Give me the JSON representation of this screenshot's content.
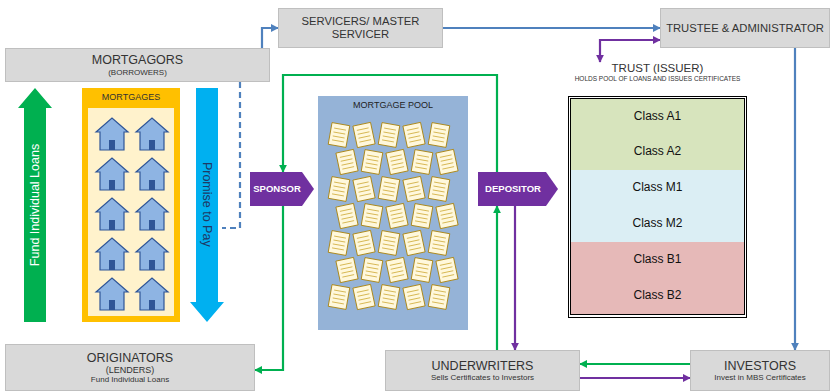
{
  "diagram": {
    "nodes": [
      {
        "text": [
          "MORTGAGORS",
          "(BORROWERS)"
        ]
      },
      {
        "text": [
          "SERVICERS/ MASTER SERVICER"
        ]
      },
      {
        "text": [
          "TRUSTEE & ADMINISTRATOR"
        ]
      },
      {
        "text": [
          "MORTGAGES"
        ]
      },
      {
        "text": [
          "Fund Individual Loans"
        ]
      },
      {
        "text": [
          "Promise to Pay"
        ]
      },
      {
        "text": [
          "SPONSOR"
        ]
      },
      {
        "text": [
          "MORTGAGE POOL"
        ]
      },
      {
        "text": [
          "DEPOSITOR"
        ]
      },
      {
        "text": [
          "TRUST (ISSUER)",
          "HOLDS POOL OF LOANS AND ISSUES CERTIFICATES"
        ]
      },
      {
        "text": [
          "Class A1"
        ],
        "in": 9
      },
      {
        "text": [
          "Class A2"
        ],
        "in": 9
      },
      {
        "text": [
          "Class M1"
        ],
        "in": 9
      },
      {
        "text": [
          "Class M2"
        ],
        "in": 9
      },
      {
        "text": [
          "Class B1"
        ],
        "in": 9
      },
      {
        "text": [
          "Class B2"
        ],
        "in": 9
      },
      {
        "text": [
          "ORIGINATORS",
          "(LENDERS)",
          "Fund Individual Loans"
        ]
      },
      {
        "text": [
          "UNDERWRITERS",
          "Sells Certificates to Investors"
        ]
      },
      {
        "text": [
          "INVESTORS",
          "Invest in MBS Certificates"
        ]
      }
    ],
    "edges": [
      {
        "from": 0,
        "to": 1,
        "arrow": "to"
      },
      {
        "from": 0,
        "to": 5,
        "arrow": "none"
      },
      {
        "from": 1,
        "to": 2,
        "arrow": "to"
      },
      {
        "from": 2,
        "to": 9,
        "arrow": "both"
      },
      {
        "from": 2,
        "to": 18,
        "arrow": "to"
      },
      {
        "from": 17,
        "to": 8,
        "arrow": "to"
      },
      {
        "from": 8,
        "to": 6,
        "arrow": "to"
      },
      {
        "from": 6,
        "to": 16,
        "arrow": "to"
      },
      {
        "from": 8,
        "to": 17,
        "arrow": "to"
      },
      {
        "from": 18,
        "to": 17,
        "arrow": "to"
      },
      {
        "from": 17,
        "to": 18,
        "arrow": "to"
      }
    ]
  }
}
